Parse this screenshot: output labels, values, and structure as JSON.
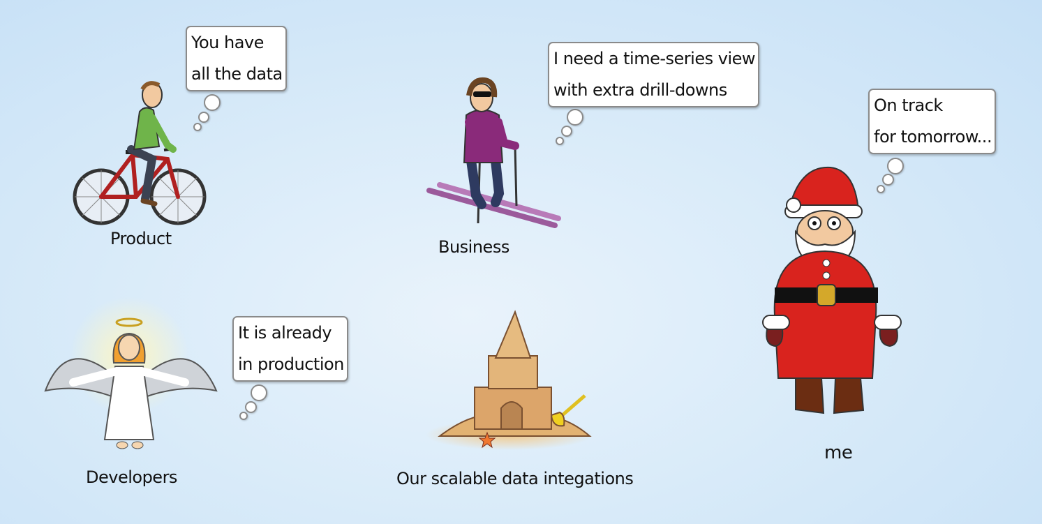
{
  "characters": [
    {
      "key": "product",
      "label": "Product",
      "thought": [
        "You have",
        "all the data"
      ]
    },
    {
      "key": "business",
      "label": "Business",
      "thought": [
        "I need a time-series view",
        "with extra drill-downs"
      ]
    },
    {
      "key": "me",
      "label": "me",
      "thought": [
        "On track",
        "for tomorrow..."
      ]
    },
    {
      "key": "developers",
      "label": "Developers",
      "thought": [
        "It is already",
        "in production"
      ]
    }
  ],
  "sandcastle": {
    "label": "Our scalable data integations"
  }
}
